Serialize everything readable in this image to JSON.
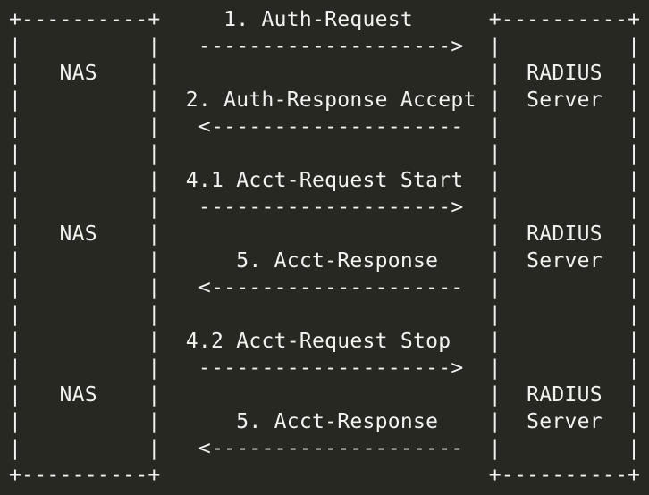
{
  "lines": [
    "+----------+     1. Auth-Request      +----------+",
    "|          |   -------------------->  |          |",
    "|   NAS    |                          |  RADIUS  |",
    "|          |  2. Auth-Response Accept |  Server  |",
    "|          |   <--------------------  |          |",
    "|          |                          |          |",
    "|          |  4.1 Acct-Request Start  |          |",
    "|          |   -------------------->  |          |",
    "|   NAS    |                          |  RADIUS  |",
    "|          |      5. Acct-Response    |  Server  |",
    "|          |   <--------------------  |          |",
    "|          |                          |          |",
    "|          |  4.2 Acct-Request Stop   |          |",
    "|          |   -------------------->  |          |",
    "|   NAS    |                          |  RADIUS  |",
    "|          |      5. Acct-Response    |  Server  |",
    "|          |   <--------------------  |          |",
    "+----------+                          +----------+"
  ]
}
